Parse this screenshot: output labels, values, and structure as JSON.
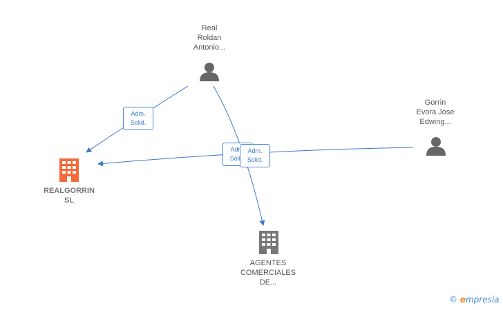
{
  "nodes": {
    "person_real": {
      "label": "Real\nRoldan\nAntonio...",
      "icon": "person-icon"
    },
    "person_gorrin": {
      "label": "Gorrin\nEvora Jose\nEdwing...",
      "icon": "person-icon"
    },
    "company_realgorrin": {
      "label": "REALGORRIN\nSL",
      "icon": "building-icon",
      "color": "#f26b3a"
    },
    "company_agentes": {
      "label": "AGENTES\nCOMERCIALES\nDE...",
      "icon": "building-icon",
      "color": "#777777"
    }
  },
  "edges": [
    {
      "from": "person_real",
      "to": "company_realgorrin",
      "label": "Adm.\nSolid."
    },
    {
      "from": "person_gorrin",
      "to": "company_realgorrin",
      "label": "Adm.\nSolid."
    },
    {
      "from": "person_real",
      "to": "company_agentes",
      "label": "Adm.\nSolid."
    }
  ],
  "colors": {
    "edge": "#3b78c9",
    "person": "#666666"
  },
  "watermark": {
    "copyright": "©",
    "brand_initial": "e",
    "brand_rest": "mpresia"
  }
}
